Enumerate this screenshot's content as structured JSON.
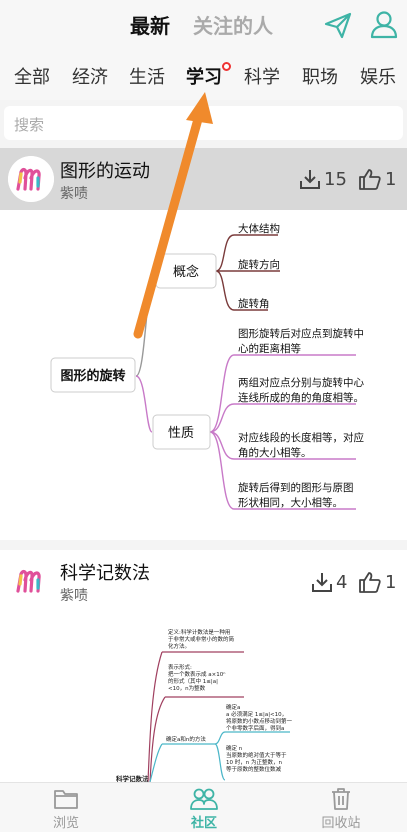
{
  "header": {
    "tab_latest": "最新",
    "tab_following": "关注的人"
  },
  "categories": [
    "全部",
    "经济",
    "生活",
    "学习",
    "科学",
    "职场",
    "娱乐"
  ],
  "active_category": "学习",
  "search": {
    "placeholder": "搜索"
  },
  "posts": [
    {
      "title": "图形的运动",
      "author": "紫啧",
      "downloads": "15",
      "likes": "1",
      "map": {
        "root": "图形的旋转",
        "branch1": "概念",
        "branch1_items": [
          "大体结构",
          "旋转方向",
          "旋转角"
        ],
        "branch2": "性质",
        "branch2_items": [
          [
            "图形旋转后对应点到旋转中",
            "心的距离相等"
          ],
          [
            "两组对应点分别与旋转中心",
            "连线所成的角的角度相等。"
          ],
          [
            "对应线段的长度相等，对应",
            "角的大小相等。"
          ],
          [
            "旋转后得到的图形与原图",
            "形状相同，大小相等。"
          ]
        ]
      }
    },
    {
      "title": "科学记数法",
      "author": "紫啧",
      "downloads": "4",
      "likes": "1",
      "map": {
        "node1": [
          "定义:科学计数法是一种用",
          "于非常大或非常小的数的简",
          "化方法。"
        ],
        "node2": [
          "表示形式:",
          "把一个数表示成 a×10ⁿ",
          "的形式（其中 1≤|a|",
          "<10，n为整数"
        ],
        "node3": "确定a和n的方法",
        "node4": [
          "确定a",
          "a 必须满足 1≤|a|<10，",
          "将原数的小数点移动到第一",
          "个非零数字后面，得到a"
        ],
        "node5": [
          "确定 n",
          "当原数的绝对值大于等于",
          "10 时，n 为正整数，n",
          "等于原数的整数位数减"
        ],
        "root": "科学记数法"
      }
    }
  ],
  "nav": {
    "browse": "浏览",
    "community": "社区",
    "recycle": "回收站"
  },
  "colors": {
    "accent": "#3eb4a6",
    "arrow": "#f08a2c",
    "badge": "#e33333"
  }
}
